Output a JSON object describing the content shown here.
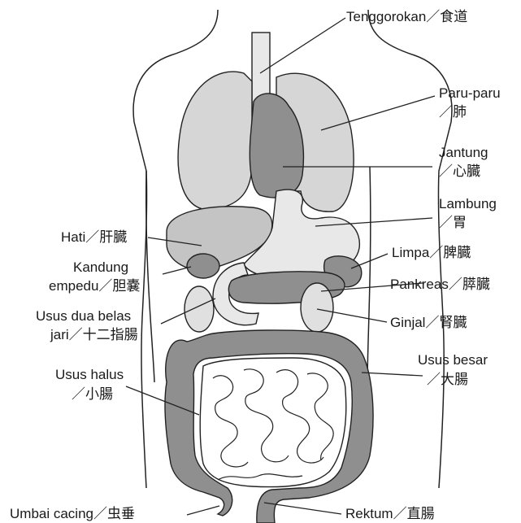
{
  "labels": {
    "esophagus": "Tenggorokan／食道",
    "lungs_1": "Paru-paru",
    "lungs_2": "／肺",
    "heart_1": "Jantung",
    "heart_2": "／心臓",
    "stomach_1": "Lambung",
    "stomach_2": "／胃",
    "liver": "Hati／肝臓",
    "gallbladder_1": "Kandung",
    "gallbladder_2": "empedu／胆嚢",
    "spleen": "Limpa／脾臓",
    "pancreas": "Pankreas／膵臓",
    "duodenum_1": "Usus dua belas",
    "duodenum_2": "jari／十二指腸",
    "kidney": "Ginjal／腎臓",
    "large_intestine_1": "Usus besar",
    "large_intestine_2": "／大腸",
    "small_intestine_1": "Usus halus",
    "small_intestine_2": "／小腸",
    "appendix": "Umbai cacing／虫垂",
    "rectum": "Rektum／直腸"
  },
  "colors": {
    "light_organ": "#d6d6d6",
    "mid_organ": "#c4c4c4",
    "dark_organ": "#8f8f8f",
    "pale_organ": "#e8e8e8",
    "line": "#222222"
  }
}
